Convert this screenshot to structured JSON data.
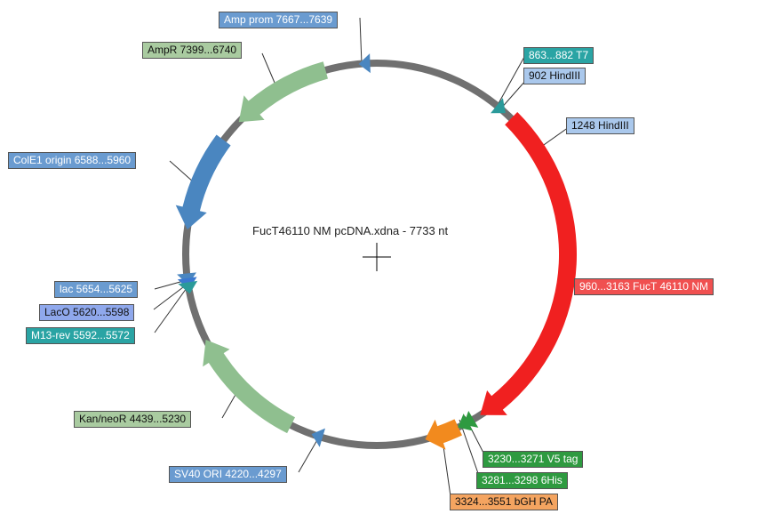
{
  "map": {
    "title": "FucT46110 NM pcDNA.xdna - 7733 nt",
    "total_length": 7733,
    "backbone_color": "#707070"
  },
  "features": [
    {
      "id": "fucT",
      "name": "960...3163 FucT 46110 NM",
      "start": 960,
      "end": 3163,
      "color": "#f02020",
      "direction": 1
    },
    {
      "id": "ampR",
      "name": "AmpR 7399...6740",
      "start": 7399,
      "end": 6740,
      "color": "#8fbf8f",
      "direction": -1
    },
    {
      "id": "cole1",
      "name": "ColE1 origin 6588...5960",
      "start": 6588,
      "end": 5960,
      "color": "#4a86c0",
      "direction": -1
    },
    {
      "id": "kan",
      "name": "Kan/neoR 4439...5230",
      "start": 4439,
      "end": 5230,
      "color": "#8fbf8f",
      "direction": 1
    },
    {
      "id": "bgh",
      "name": "3324...3551 bGH PA",
      "start": 3324,
      "end": 3551,
      "color": "#f28a1e",
      "direction": 1
    },
    {
      "id": "v5",
      "name": "3230...3271 V5 tag",
      "start": 3230,
      "end": 3271,
      "color": "#2e9a40",
      "direction": 1
    },
    {
      "id": "his",
      "name": "3281...3298 6His",
      "start": 3281,
      "end": 3298,
      "color": "#2e9a40",
      "direction": 1
    },
    {
      "id": "sv40",
      "name": "SV40 ORI 4220...4297",
      "start": 4220,
      "end": 4297,
      "color": "#4a86c0",
      "direction": 1
    },
    {
      "id": "ampprom",
      "name": "Amp prom 7667...7639",
      "start": 7667,
      "end": 7639,
      "color": "#4a86c0",
      "direction": -1
    },
    {
      "id": "t7",
      "name": "863...882 T7",
      "start": 863,
      "end": 882,
      "color": "#2a9a9a",
      "direction": 1
    },
    {
      "id": "lac",
      "name": "lac 5654...5625",
      "start": 5654,
      "end": 5625,
      "color": "#4a86c0",
      "direction": -1
    },
    {
      "id": "laco",
      "name": "LacO 5620...5598",
      "start": 5620,
      "end": 5598,
      "color": "#3a78d0",
      "direction": -1
    },
    {
      "id": "m13",
      "name": "M13-rev 5592...5572",
      "start": 5592,
      "end": 5572,
      "color": "#2a9a9a",
      "direction": -1
    }
  ],
  "sites": [
    {
      "id": "hind902",
      "name": "902 HindIII",
      "pos": 902
    },
    {
      "id": "hind1248",
      "name": "1248 HindIII",
      "pos": 1248
    }
  ],
  "labels": [
    {
      "id": "label-amp-prom",
      "text": "Amp prom  7667...7639",
      "bg": "#6a9bd0",
      "fg": "dark"
    },
    {
      "id": "label-ampr",
      "text": "AmpR  7399...6740",
      "bg": "#a9cba0",
      "fg": "light"
    },
    {
      "id": "label-t7",
      "text": "863...882  T7",
      "bg": "#2aa4a4",
      "fg": "dark"
    },
    {
      "id": "label-hind902",
      "text": "902  HindIII",
      "bg": "#aac8ec",
      "fg": "light"
    },
    {
      "id": "label-hind1248",
      "text": "1248  HindIII",
      "bg": "#aac8ec",
      "fg": "light"
    },
    {
      "id": "label-cole1",
      "text": "ColE1 origin  6588...5960",
      "bg": "#6a9bd0",
      "fg": "dark"
    },
    {
      "id": "label-fuct",
      "text": "960...3163  FucT 46110 NM",
      "bg": "#f05050",
      "fg": "dark"
    },
    {
      "id": "label-lac",
      "text": "lac  5654...5625",
      "bg": "#6a9bd0",
      "fg": "dark"
    },
    {
      "id": "label-laco",
      "text": "LacO  5620...5598",
      "bg": "#8fa8ec",
      "fg": "light"
    },
    {
      "id": "label-m13",
      "text": "M13-rev  5592...5572",
      "bg": "#2aa4a4",
      "fg": "dark"
    },
    {
      "id": "label-kan",
      "text": "Kan/neoR  4439...5230",
      "bg": "#a9cba0",
      "fg": "light"
    },
    {
      "id": "label-v5",
      "text": "3230...3271  V5 tag",
      "bg": "#2e9a40",
      "fg": "dark"
    },
    {
      "id": "label-his",
      "text": "3281...3298  6His",
      "bg": "#2e9a40",
      "fg": "dark"
    },
    {
      "id": "label-sv40",
      "text": "SV40 ORI  4220...4297",
      "bg": "#6a9bd0",
      "fg": "dark"
    },
    {
      "id": "label-bgh",
      "text": "3324...3551  bGH PA",
      "bg": "#f4a460",
      "fg": "light"
    }
  ]
}
